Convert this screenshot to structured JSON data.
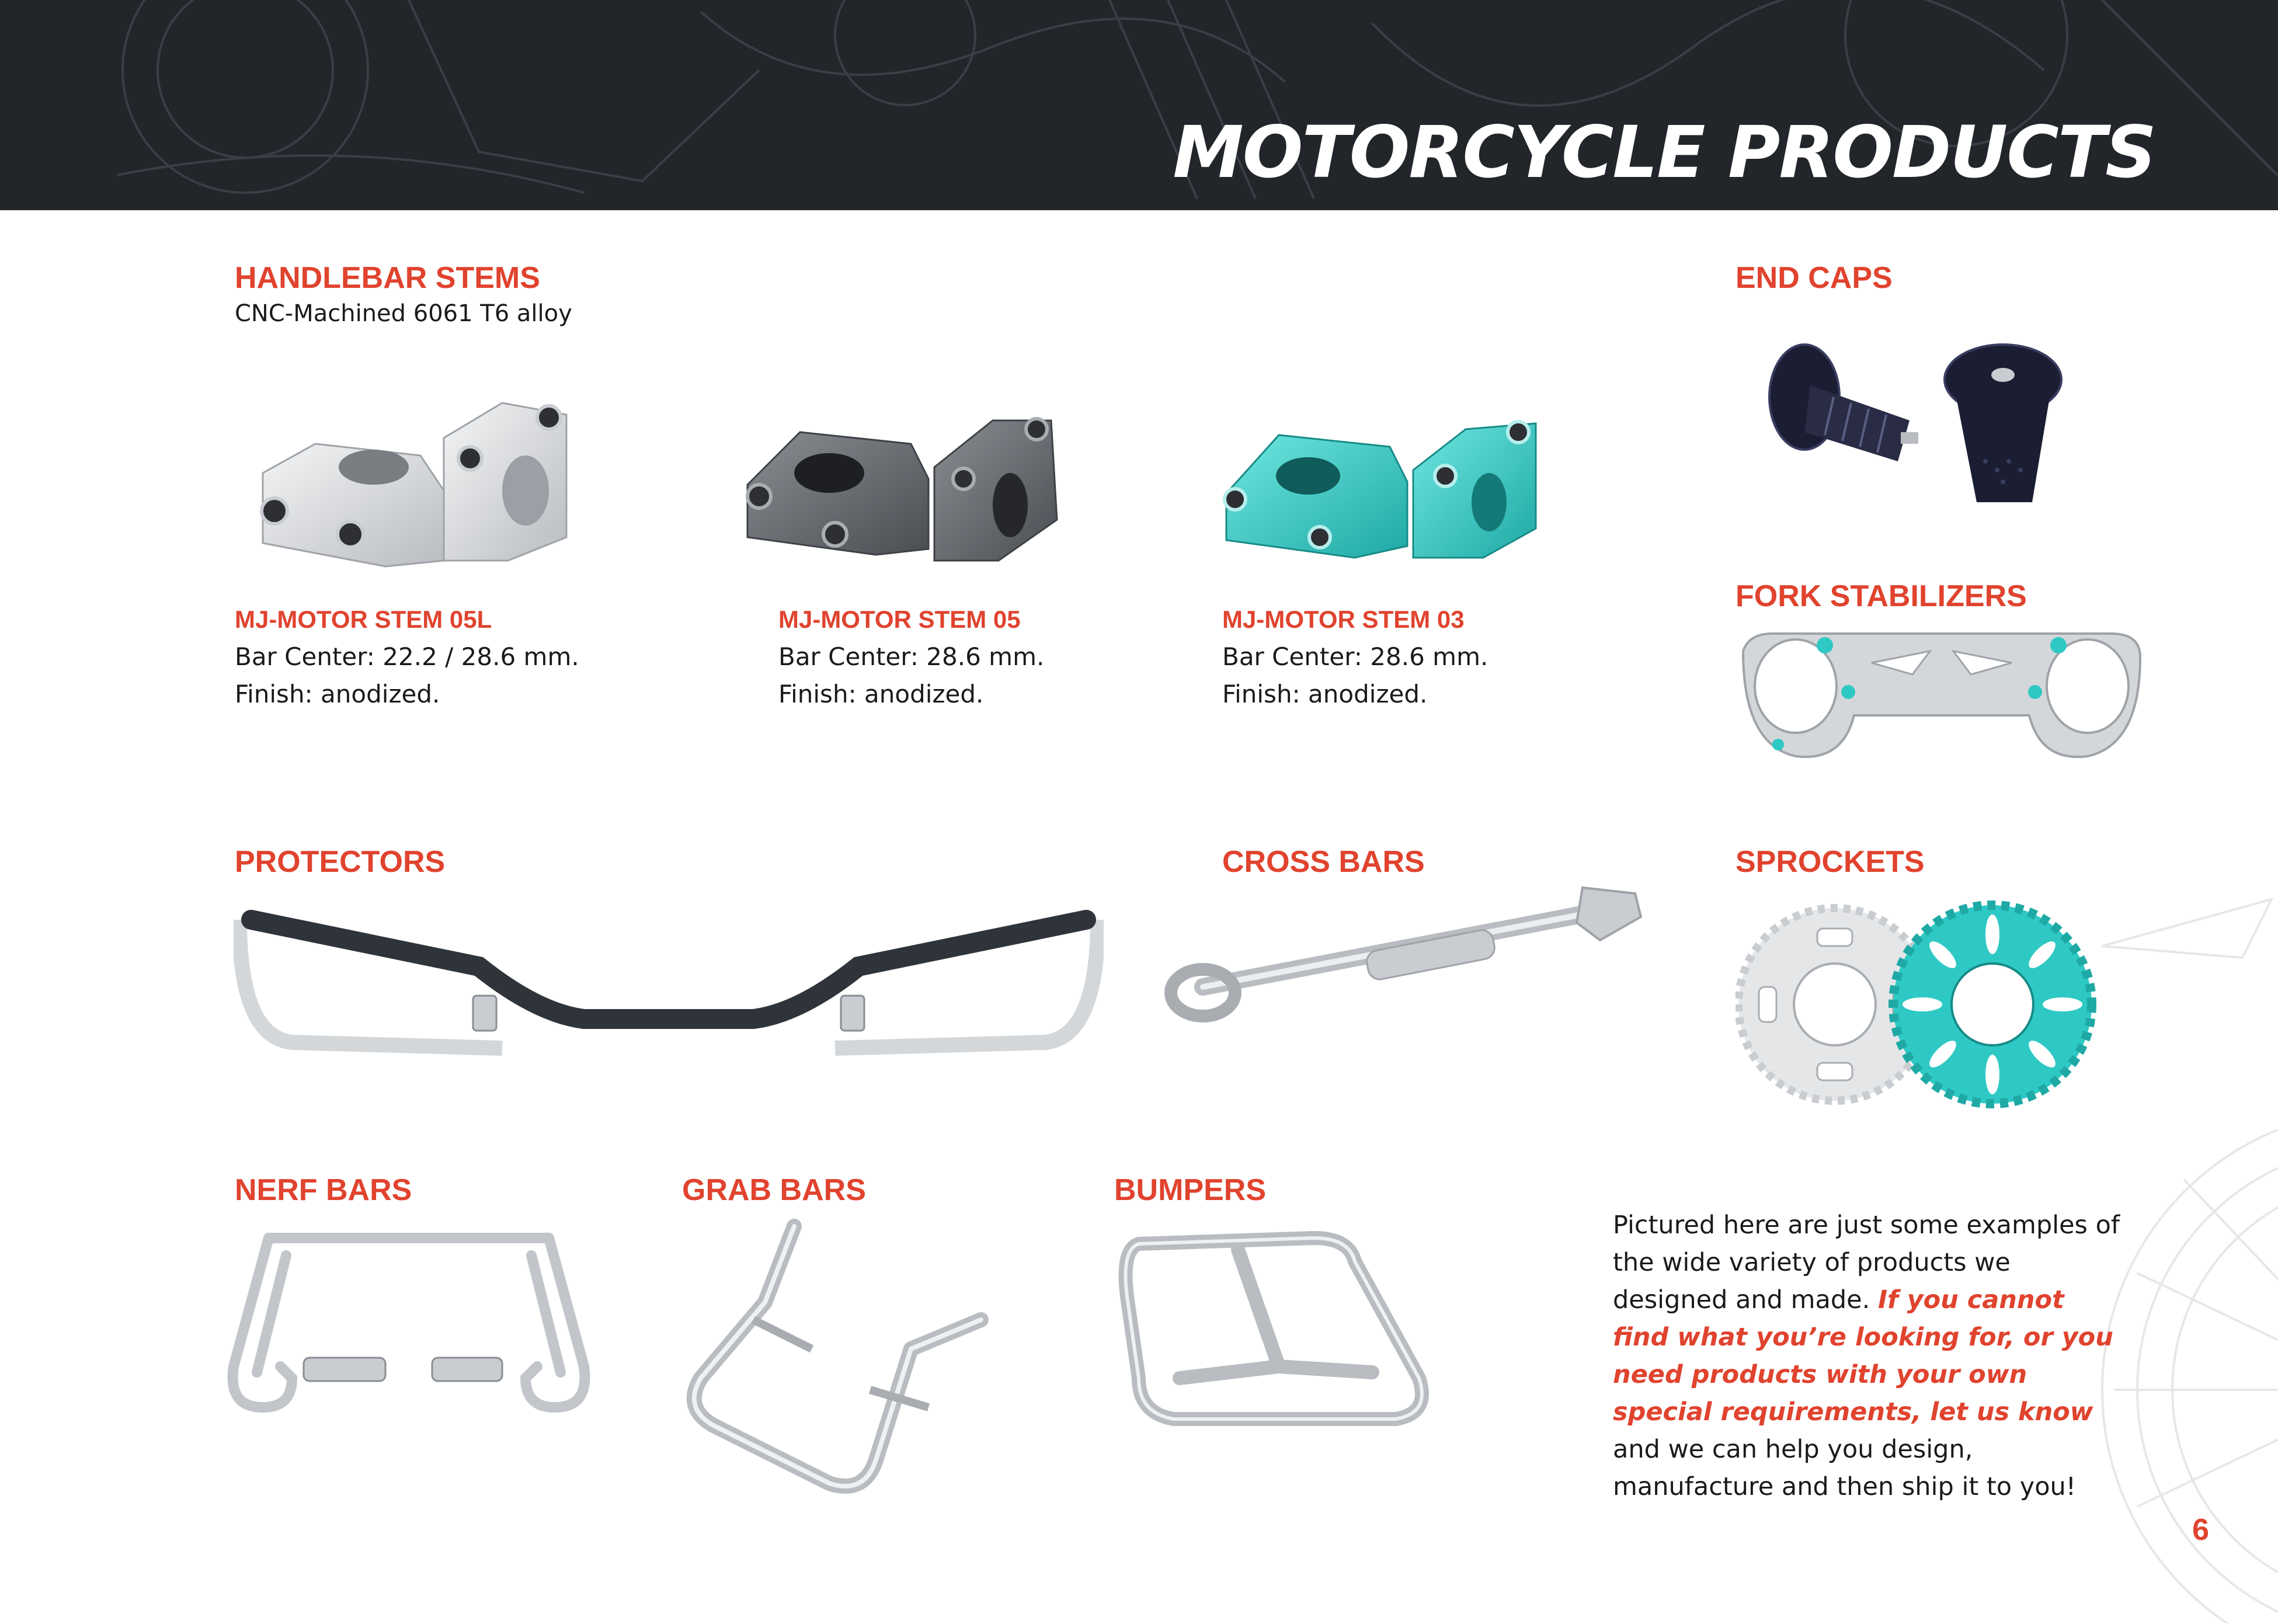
{
  "header": {
    "title": "MOTORCYCLE PRODUCTS"
  },
  "handlebar_stems": {
    "heading": "HANDLEBAR STEMS",
    "subtitle": "CNC-Machined 6061 T6 alloy",
    "items": [
      {
        "name": "MJ-MOTOR STEM 05L",
        "line1": "Bar Center: 22.2 / 28.6 mm.",
        "line2": "Finish: anodized."
      },
      {
        "name": "MJ-MOTOR STEM 05",
        "line1": "Bar Center: 28.6 mm.",
        "line2": "Finish: anodized."
      },
      {
        "name": "MJ-MOTOR STEM 03",
        "line1": "Bar Center: 28.6 mm.",
        "line2": "Finish: anodized."
      }
    ]
  },
  "end_caps": {
    "heading": "END CAPS"
  },
  "fork_stabilizers": {
    "heading": "FORK STABILIZERS"
  },
  "protectors": {
    "heading": "PROTECTORS"
  },
  "cross_bars": {
    "heading": "CROSS BARS"
  },
  "sprockets": {
    "heading": "SPROCKETS"
  },
  "nerf_bars": {
    "heading": "NERF BARS"
  },
  "grab_bars": {
    "heading": "GRAB BARS"
  },
  "bumpers": {
    "heading": "BUMPERS"
  },
  "note": {
    "intro": "Pictured here are just some examples of the wide variety of products we designed and made. ",
    "emphasis": "If you cannot find what you’re looking for, or you need products with your own special requirements, let us know",
    "outro": " and we can help you design, manufacture and then ship it to you!"
  },
  "page_number": "6",
  "colors": {
    "header_bg": "#22262b",
    "accent": "#e0432e",
    "teal": "#2ec9c4",
    "silver": "#d4d7da",
    "dark_metal": "#5d6166",
    "navy_black": "#1b1d33"
  }
}
